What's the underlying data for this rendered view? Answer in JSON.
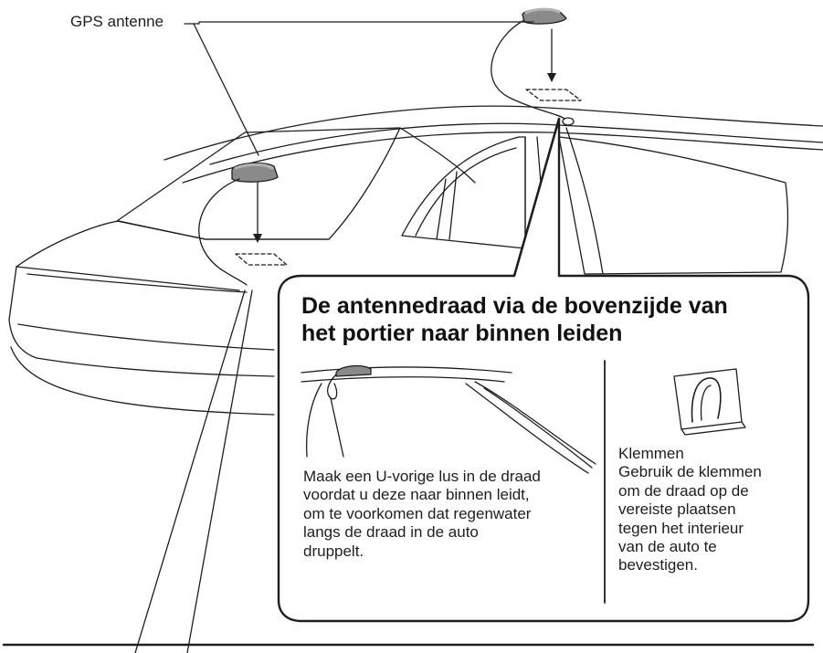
{
  "labels": {
    "gps_antenna": "GPS antenne"
  },
  "callout": {
    "title_lines": [
      "De antennedraad via de bovenzijde van",
      "het portier naar binnen leiden"
    ],
    "loop_text_lines": [
      "Maak een U-vorige lus in de draad",
      "voordat u deze naar binnen leidt,",
      "om te voorkomen dat regenwater",
      "langs de draad in de auto",
      "druppelt."
    ],
    "clamp_title": "Klemmen",
    "clamp_text_lines": [
      "Gebruik de klemmen",
      "om de draad op de",
      "vereiste plaatsen",
      "tegen het interieur",
      "van de auto te",
      "bevestigen."
    ]
  },
  "colors": {
    "line": "#1e1e1e",
    "antenna_fill": "#8a8a8a",
    "antenna_top": "#b4b4b4",
    "background": "#ffffff"
  }
}
